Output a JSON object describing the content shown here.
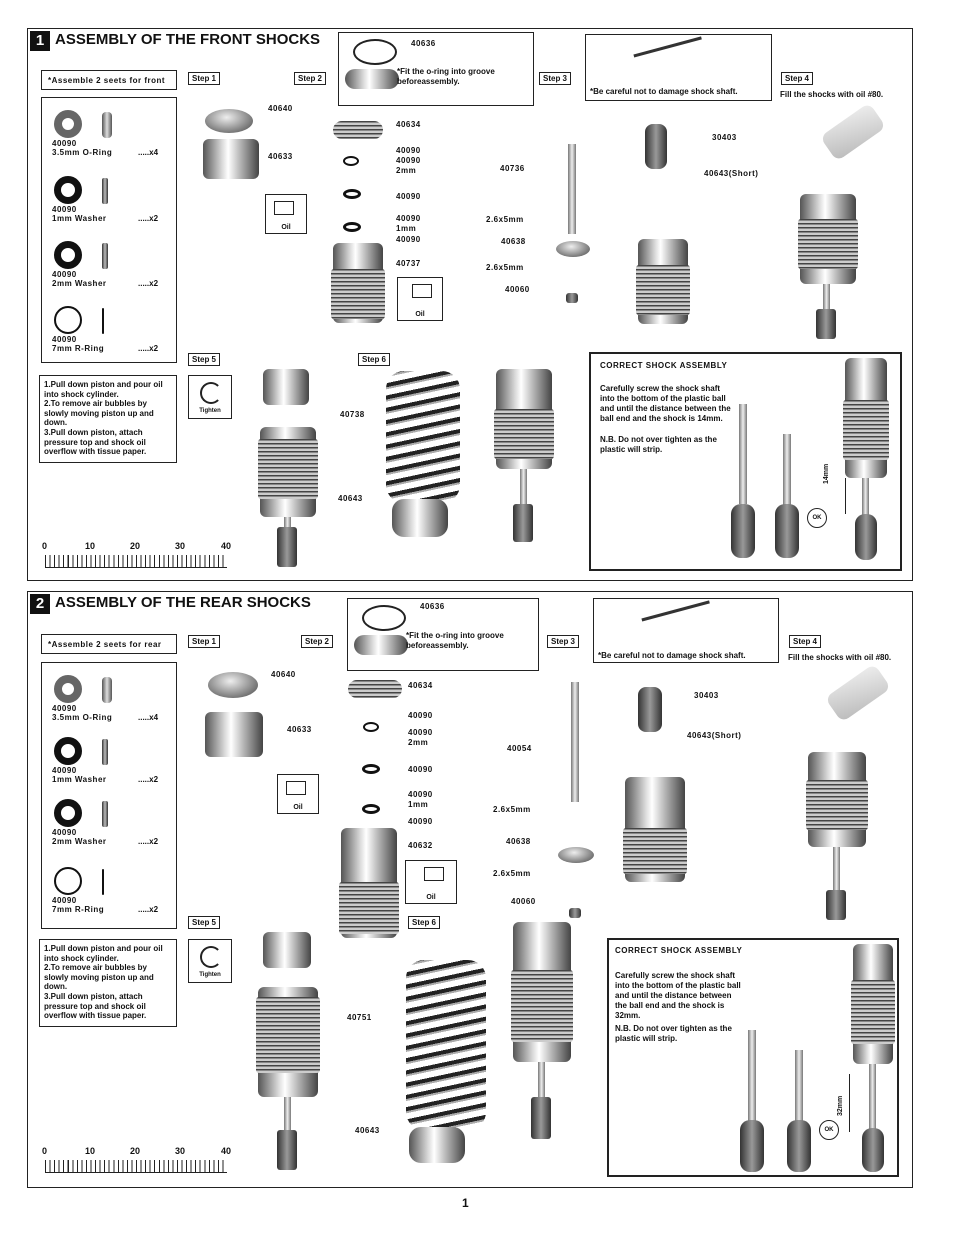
{
  "page_number": "1",
  "sections": [
    {
      "number": "1",
      "title": "ASSEMBLY OF THE FRONT SHOCKS",
      "assemble_note": "*Assemble 2 seets for front",
      "parts": [
        {
          "number": "40090",
          "desc": "3.5mm O-Ring",
          "qty": ".....x4"
        },
        {
          "number": "40090",
          "desc": "1mm Washer",
          "qty": ".....x2"
        },
        {
          "number": "40090",
          "desc": "2mm Washer",
          "qty": ".....x2"
        },
        {
          "number": "40090",
          "desc": "7mm R-Ring",
          "qty": ".....x2"
        }
      ],
      "steps": {
        "s1": "Step 1",
        "s2": "Step 2",
        "s3": "Step 3",
        "s4": "Step 4",
        "s5": "Step 5",
        "s6": "Step 6"
      },
      "oring_part": "40636",
      "oring_note": "*Fit the o-ring into groove beforeassembly.",
      "damage_note": "*Be careful not to damage shock  shaft.",
      "fill_note": "Fill the shocks with oil #80.",
      "instructions": [
        "1.Pull down piston and pour oil into shock cylinder.",
        "2.To remove air bubbles by slowly moving piston up and down.",
        "3.Pull down piston, attach pressure top and shock oil overflow with tissue paper."
      ],
      "tighten": "Tighten",
      "oil": "Oil",
      "labels": {
        "cap": "40640",
        "top": "40633",
        "nut": "40634",
        "oring": "40090",
        "washer2": "40090",
        "washer2_size": "2mm",
        "washer_a": "40090",
        "washer1": "40090",
        "washer1_size": "1mm",
        "washer_b": "40090",
        "body": "40737",
        "shaft": "40736",
        "e1": "2.6x5mm",
        "piston": "40638",
        "e2": "2.6x5mm",
        "locknut": "40060",
        "ball": "30403",
        "rodend": "40643(Short)",
        "spring": "40738",
        "collar": "40643"
      },
      "correct": {
        "heading": "CORRECT SHOCK  ASSEMBLY",
        "text1": "Carefully screw the shock shaft into the bottom of the plastic ball and until the distance between the ball end and the shock is 14mm.",
        "text2": "N.B. Do not over tighten as the plastic will strip.",
        "dim": "14mm",
        "ok": "OK"
      }
    },
    {
      "number": "2",
      "title": "ASSEMBLY OF THE REAR SHOCKS",
      "assemble_note": "*Assemble 2 seets for rear",
      "parts": [
        {
          "number": "40090",
          "desc": "3.5mm O-Ring",
          "qty": ".....x4"
        },
        {
          "number": "40090",
          "desc": "1mm Washer",
          "qty": ".....x2"
        },
        {
          "number": "40090",
          "desc": "2mm Washer",
          "qty": ".....x2"
        },
        {
          "number": "40090",
          "desc": "7mm R-Ring",
          "qty": ".....x2"
        }
      ],
      "steps": {
        "s1": "Step 1",
        "s2": "Step 2",
        "s3": "Step 3",
        "s4": "Step 4",
        "s5": "Step 5",
        "s6": "Step 6"
      },
      "oring_part": "40636",
      "oring_note": "*Fit the o-ring into groove beforeassembly.",
      "damage_note": "*Be careful not to damage shock  shaft.",
      "fill_note": "Fill the shocks with oil #80.",
      "instructions": [
        "1.Pull down piston and pour oil into shock cylinder.",
        "2.To remove air bubbles by slowly moving piston up and down.",
        "3.Pull down piston, attach pressure top and shock oil overflow with tissue paper."
      ],
      "tighten": "Tighten",
      "oil": "Oil",
      "labels": {
        "cap": "40640",
        "top": "40633",
        "nut": "40634",
        "oring": "40090",
        "washer2": "40090",
        "washer2_size": "2mm",
        "washer_a": "40090",
        "washer1": "40090",
        "washer1_size": "1mm",
        "washer_b": "40090",
        "body": "40632",
        "shaft": "40054",
        "e1": "2.6x5mm",
        "piston": "40638",
        "e2": "2.6x5mm",
        "locknut": "40060",
        "ball": "30403",
        "rodend": "40643(Short)",
        "spring": "40751",
        "collar": "40643"
      },
      "correct": {
        "heading": "CORRECT SHOCK  ASSEMBLY",
        "text1": "Carefully screw the shock shaft into the bottom of the plastic ball and until the distance between the ball end and the shock is 32mm.",
        "text2": "N.B. Do not over tighten as the plastic will strip.",
        "dim": "32mm",
        "ok": "OK"
      }
    }
  ],
  "ruler": [
    "0",
    "10",
    "20",
    "30",
    "40"
  ]
}
